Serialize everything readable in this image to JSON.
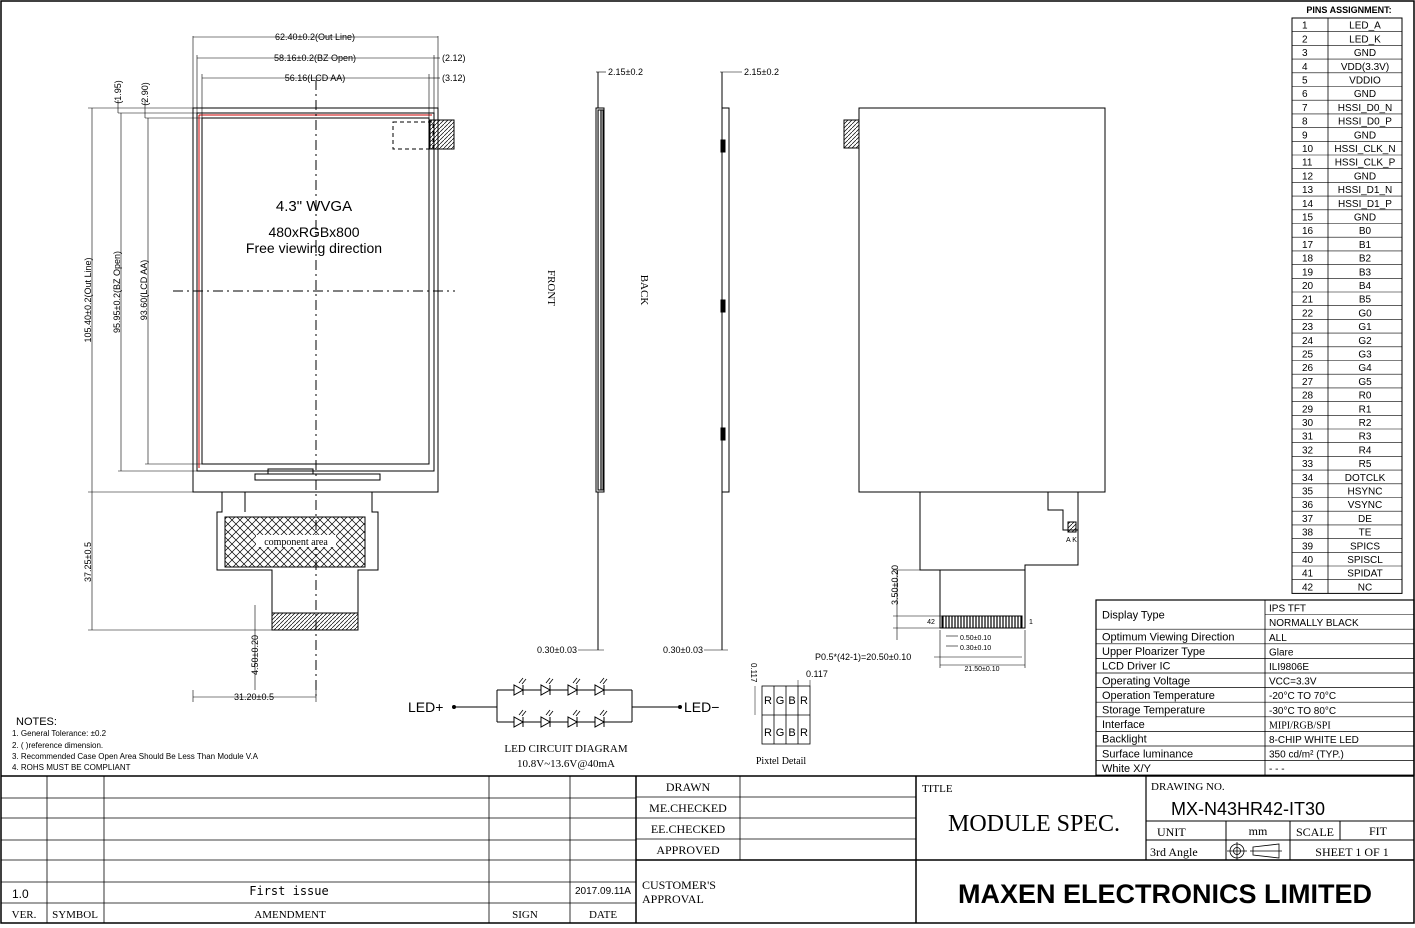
{
  "module": {
    "size_label": "4.3\" WVGA",
    "resolution": "480xRGBx800",
    "viewing": "Free viewing direction",
    "component_area": "component area"
  },
  "dims": {
    "outline_w": "62.40±0.2(Out Line)",
    "bz_w": "58.16±0.2(BZ Open)",
    "aa_w": "56.16(LCD AA)",
    "ref_212": "(2.12)",
    "ref_312": "(3.12)",
    "ref_195": "(1.95)",
    "ref_290": "(2.90)",
    "outline_h": "105.40±0.2(Out Line)",
    "bz_h": "95.95±0.2(BZ Open)",
    "aa_h": "93.60(LCD AA)",
    "fpc_len": "37.25±0.5",
    "fpc_tail": "4.50±0.20",
    "fpc_w": "31.20±0.5",
    "thick_front": "2.15±0.2",
    "thick_back": "2.15±0.2",
    "fpc_t_front": "0.30±0.03",
    "fpc_t_back": "0.30±0.03",
    "fpc_step": "3.50±0.20",
    "pitch": "P0.5*(42-1)=20.50±0.10",
    "pad_w": "0.50±0.10",
    "pad_gap": "0.30±0.10",
    "pad_total": "21.50±0.10",
    "pin_1": "1",
    "pin_42": "42",
    "ak": "A K",
    "pixel_size": "0.117",
    "pixel_pitch": "0.117"
  },
  "views": {
    "front": "FRONT",
    "back": "BACK"
  },
  "led": {
    "plus": "LED+",
    "minus": "LED−",
    "title": "LED CIRCUIT DIAGRAM",
    "spec": "10.8V~13.6V@40mA"
  },
  "pixel": {
    "title": "Pixtel Detail",
    "subpixels": [
      "R",
      "G",
      "B",
      "R"
    ]
  },
  "notes": {
    "heading": "NOTES:",
    "items": [
      "1. General Tolerance: ±0.2",
      "2. (    )reference dimension.",
      "3. Recommended Case Open Area Should Be Less Than Module V.A",
      "4. ROHS   MUST BE COMPLIANT"
    ]
  },
  "pins": {
    "title": "PINS ASSIGNMENT:",
    "list": [
      "LED_A",
      "LED_K",
      "GND",
      "VDD(3.3V)",
      "VDDIO",
      "GND",
      "HSSI_D0_N",
      "HSSI_D0_P",
      "GND",
      "HSSI_CLK_N",
      "HSSI_CLK_P",
      "GND",
      "HSSI_D1_N",
      "HSSI_D1_P",
      "GND",
      "B0",
      "B1",
      "B2",
      "B3",
      "B4",
      "B5",
      "G0",
      "G1",
      "G2",
      "G3",
      "G4",
      "G5",
      "R0",
      "R1",
      "R2",
      "R3",
      "R4",
      "R5",
      "DOTCLK",
      "HSYNC",
      "VSYNC",
      "DE",
      "TE",
      "SPICS",
      "SPISCL",
      "SPIDAT",
      "NC"
    ]
  },
  "specs": [
    {
      "label": "Display Type",
      "value": [
        "IPS TFT",
        "NORMALLY BLACK"
      ]
    },
    {
      "label": "Optimum Viewing Direction",
      "value": [
        "ALL"
      ]
    },
    {
      "label": "Upper Ploarizer Type",
      "value": [
        "Glare"
      ]
    },
    {
      "label": "LCD Driver IC",
      "value": [
        "ILI9806E"
      ]
    },
    {
      "label": "Operating Voltage",
      "value": [
        "VCC=3.3V"
      ]
    },
    {
      "label": "Operation Temperature",
      "value": [
        "-20°C  TO  70°C"
      ]
    },
    {
      "label": "Storage Temperature",
      "value": [
        "-30°C  TO  80°C"
      ]
    },
    {
      "label": "Interface",
      "value": [
        "MIPI/RGB/SPI"
      ]
    },
    {
      "label": "Backlight",
      "value": [
        "8-CHIP  WHITE  LED"
      ]
    },
    {
      "label": "Surface luminance",
      "value": [
        "350  cd/m² (TYP.)"
      ]
    },
    {
      "label": "White  X/Y",
      "value": [
        "- - -"
      ]
    }
  ],
  "revisions": {
    "ver": "1.0",
    "amendment": "First issue",
    "date": "2017.09.11A",
    "headers": {
      "ver": "VER.",
      "symbol": "SYMBOL",
      "amendment": "AMENDMENT",
      "sign": "SIGN",
      "date": "DATE"
    }
  },
  "approvals": {
    "drawn": "DRAWN",
    "me_checked": "ME.CHECKED",
    "ee_checked": "EE.CHECKED",
    "approved": "APPROVED",
    "customer_line1": "CUSTOMER'S",
    "customer_line2": "APPROVAL"
  },
  "titleblock": {
    "title_label": "TITLE",
    "title": "MODULE  SPEC.",
    "drawing_no_label": "DRAWING  NO.",
    "drawing_no": "MX-N43HR42-IT30",
    "unit_label": "UNIT",
    "unit": "mm",
    "scale_label": "SCALE",
    "scale": "FIT",
    "angle": "3rd Angle",
    "sheet": "SHEET  1  OF  1",
    "company": "MAXEN ELECTRONICS LIMITED"
  }
}
